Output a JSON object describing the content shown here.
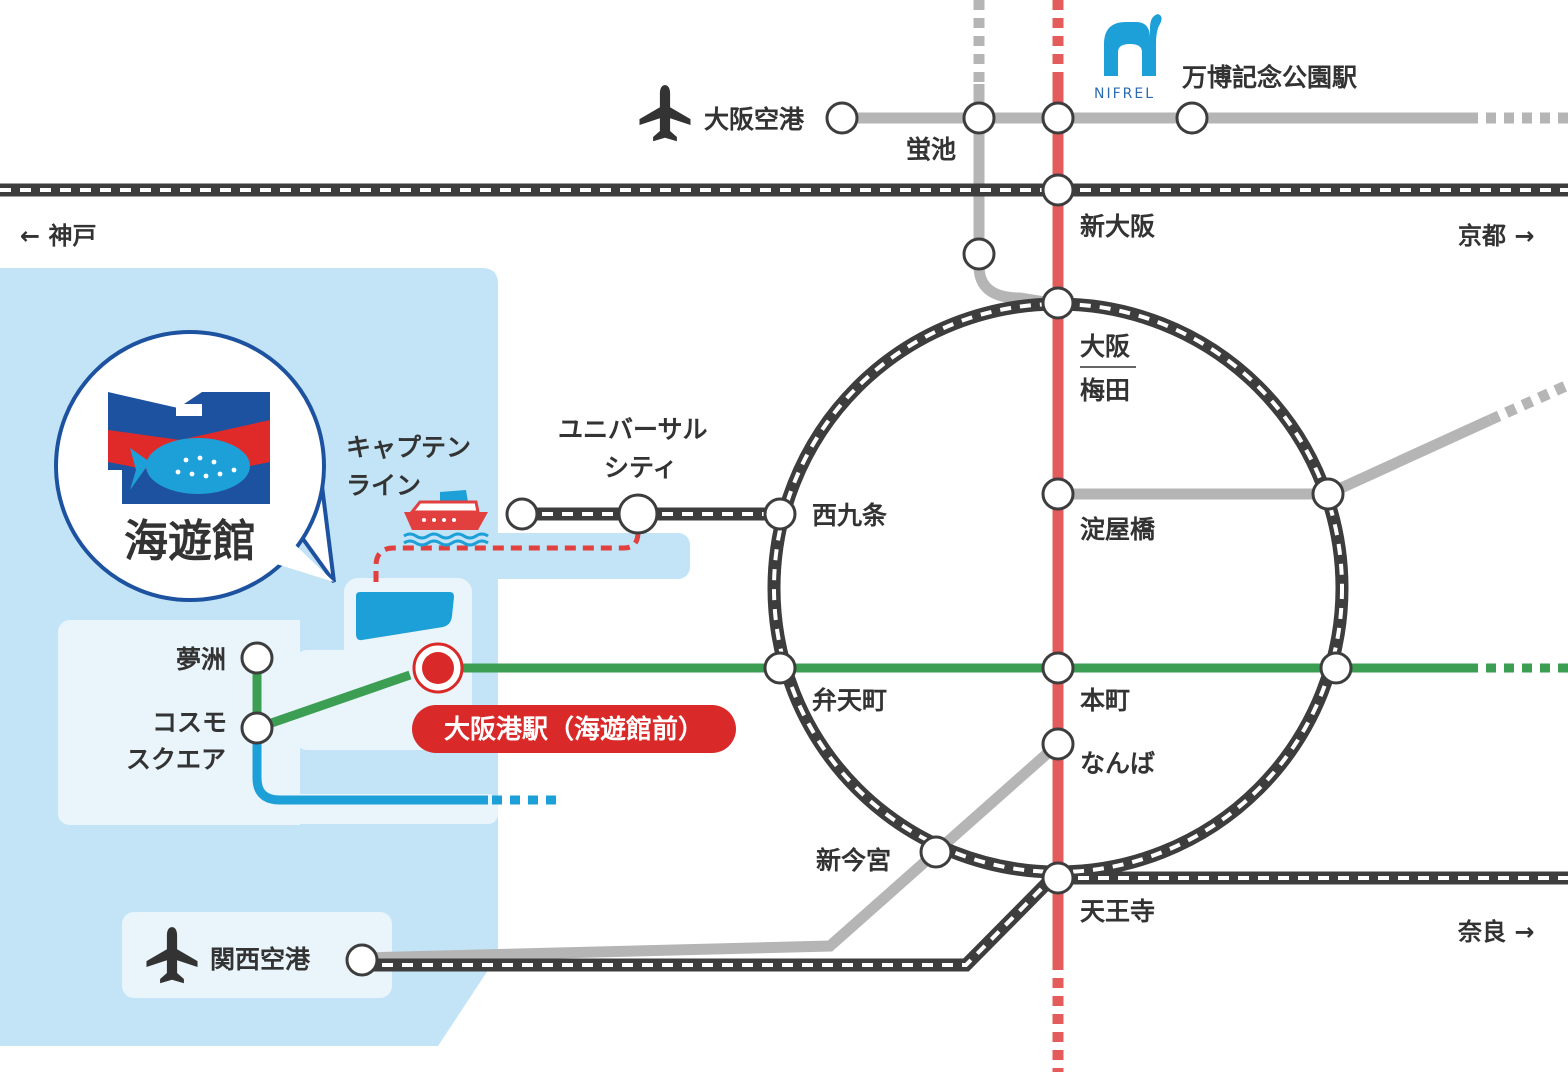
{
  "colors": {
    "water": "#c2e4f6",
    "land_box": "#e9f4fb",
    "jr_rail": "#3d3d3d",
    "subway_grey": "#b5b5b5",
    "midosuji_red": "#e45b5b",
    "chuo_green": "#3b9e53",
    "nanko_blue": "#1d9fd8",
    "ferry_red": "#e23f3f",
    "highlight_red": "#d92929",
    "nifrel_blue": "#2d6bb0",
    "kaiyukan_blue": "#1d52a0",
    "kaiyukan_red": "#e02a2a"
  },
  "logo": {
    "kaiyukan_text": "海遊館",
    "nifrel_text": "NIFREL"
  },
  "highlight_station": "大阪港駅（海遊館前）",
  "stations": {
    "osaka_airport": "大阪空港",
    "hotarugaike": "蛍池",
    "banpaku": "万博記念公園駅",
    "shin_osaka": "新大阪",
    "kobe": "← 神戸",
    "kyoto": "京都 →",
    "osaka": "大阪",
    "umeda": "梅田",
    "captain_line_1": "キャプテン",
    "captain_line_2": "ライン",
    "universal_1": "ユニバーサル",
    "universal_2": "シティ",
    "nishikujo": "西九条",
    "yodoyabashi": "淀屋橋",
    "yumeshima": "夢洲",
    "cosmo_1": "コスモ",
    "cosmo_2": "スクエア",
    "bentencho": "弁天町",
    "honmachi": "本町",
    "namba": "なんば",
    "shin_imamiya": "新今宮",
    "tennoji": "天王寺",
    "kansai_airport": "関西空港",
    "nara": "奈良 →"
  },
  "icons": [
    "airplane-icon",
    "ferry-icon",
    "nifrel-logo-icon",
    "kaiyukan-logo-icon"
  ]
}
